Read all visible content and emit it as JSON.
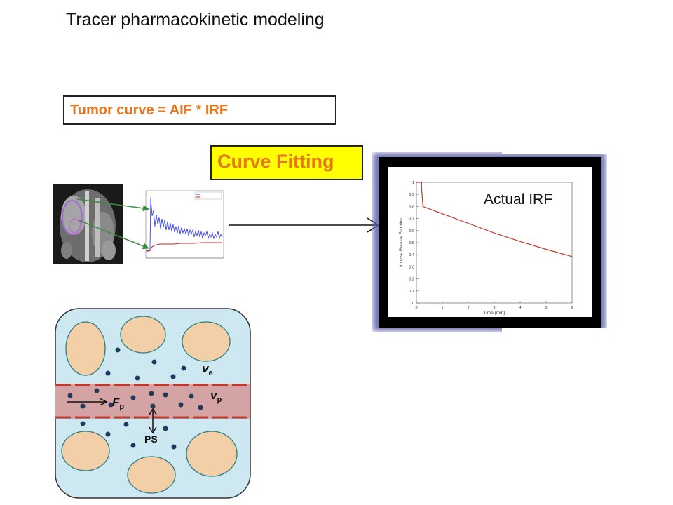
{
  "slide": {
    "title": "Tracer pharmacokinetic modeling",
    "equation": "Tumor curve = AIF * IRF",
    "fitting_label": "Curve Fitting",
    "irf_label": "Actual IRF"
  },
  "colors": {
    "accent_orange": "#e8761e",
    "highlight_yellow": "#ffff00",
    "irf_curve": "#c0392b",
    "vessel": "#d4a3a3",
    "vessel_wall": "#c0392b",
    "interstitium": "#cde8f0",
    "cell": "#f2cfa7",
    "tracer_dot": "#1f3a5f",
    "frame_glow": "#5b5ea6"
  },
  "tissue": {
    "ve_symbol": "v",
    "ve_subscript": "e",
    "vp_symbol": "v",
    "vp_subscript": "p",
    "fp_symbol": "F",
    "fp_subscript": "p",
    "ps_label": "PS"
  },
  "chart_data": {
    "type": "line",
    "xlabel": "Time (min)",
    "ylabel": "Impulse Residue Function",
    "xlim": [
      0,
      6
    ],
    "ylim": [
      0,
      1
    ],
    "x_ticks": [
      "0",
      "1",
      "2",
      "3",
      "4",
      "5",
      "6"
    ],
    "y_ticks": [
      "0",
      "0.1",
      "0.2",
      "0.3",
      "0.4",
      "0.5",
      "0.6",
      "0.7",
      "0.8",
      "0.9",
      "1"
    ],
    "series": [
      {
        "x": [
          0,
          0.2,
          0.2,
          0.25,
          1,
          2,
          3,
          4,
          5,
          6
        ],
        "y": [
          1,
          1,
          0.95,
          0.8,
          0.74,
          0.66,
          0.58,
          0.51,
          0.445,
          0.385
        ]
      }
    ],
    "grid": false
  }
}
